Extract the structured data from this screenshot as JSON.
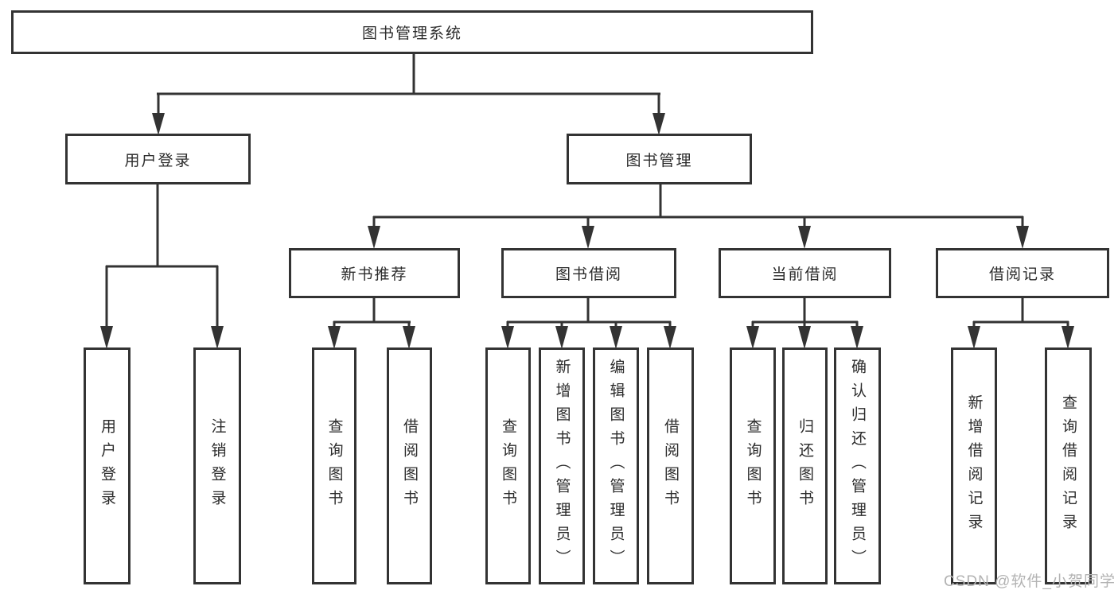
{
  "diagram": {
    "nodes": {
      "root": "图书管理系统",
      "user_login": "用户登录",
      "book_mgmt": "图书管理",
      "new_book_rec": "新书推荐",
      "book_borrow": "图书借阅",
      "current_borrow": "当前借阅",
      "borrow_record": "借阅记录",
      "leaf_user_login": "用户登录",
      "leaf_logout": "注销登录",
      "leaf_query_book_1": "查询图书",
      "leaf_borrow_book_1": "借阅图书",
      "leaf_query_book_2": "查询图书",
      "leaf_add_book": "新增图书（管理员）",
      "leaf_edit_book": "编辑图书（管理员）",
      "leaf_borrow_book_2": "借阅图书",
      "leaf_query_book_3": "查询图书",
      "leaf_return_book": "归还图书",
      "leaf_confirm_return": "确认归还（管理员）",
      "leaf_add_record": "新增借阅记录",
      "leaf_query_record": "查询借阅记录"
    },
    "edges": [
      {
        "from": "图书管理系统",
        "to": "用户登录"
      },
      {
        "from": "图书管理系统",
        "to": "图书管理"
      },
      {
        "from": "用户登录",
        "to": "用户登录"
      },
      {
        "from": "用户登录",
        "to": "注销登录"
      },
      {
        "from": "图书管理",
        "to": "新书推荐"
      },
      {
        "from": "图书管理",
        "to": "图书借阅"
      },
      {
        "from": "图书管理",
        "to": "当前借阅"
      },
      {
        "from": "图书管理",
        "to": "借阅记录"
      },
      {
        "from": "新书推荐",
        "to": "查询图书"
      },
      {
        "from": "新书推荐",
        "to": "借阅图书"
      },
      {
        "from": "图书借阅",
        "to": "查询图书"
      },
      {
        "from": "图书借阅",
        "to": "新增图书（管理员）"
      },
      {
        "from": "图书借阅",
        "to": "编辑图书（管理员）"
      },
      {
        "from": "图书借阅",
        "to": "借阅图书"
      },
      {
        "from": "当前借阅",
        "to": "查询图书"
      },
      {
        "from": "当前借阅",
        "to": "归还图书"
      },
      {
        "from": "当前借阅",
        "to": "确认归还（管理员）"
      },
      {
        "from": "借阅记录",
        "to": "新增借阅记录"
      },
      {
        "from": "借阅记录",
        "to": "查询借阅记录"
      }
    ],
    "colors": {
      "line": "#333333",
      "box_border": "#333333",
      "box_fill": "#ffffff",
      "text": "#2b2b2b",
      "watermark": "#b3b3b3",
      "background": "#ffffff"
    }
  },
  "watermark": {
    "text": "CSDN @软件_小贺同学"
  }
}
